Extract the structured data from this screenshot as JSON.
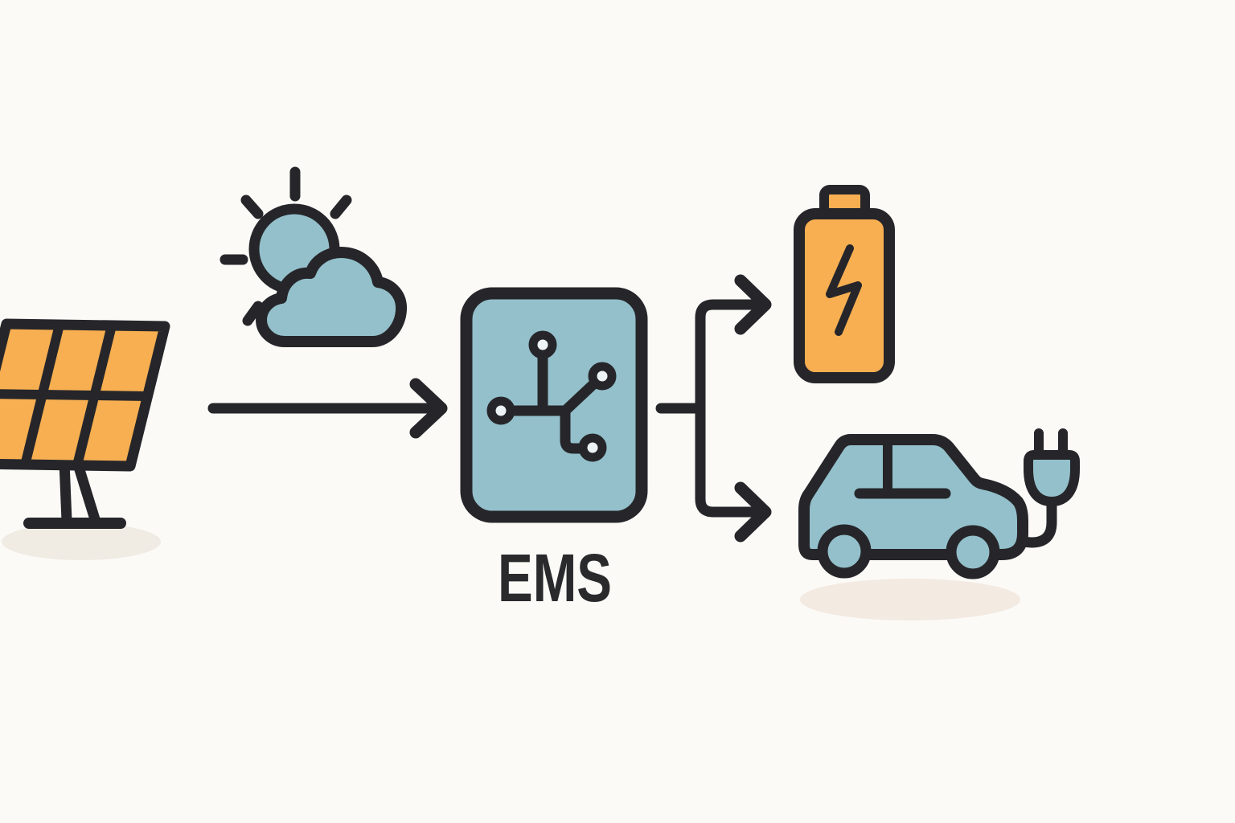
{
  "labels": {
    "ems": "EMS"
  },
  "colors": {
    "background": "#FBFAF7",
    "outline": "#26262A",
    "orange": "#F7AF51",
    "blue": "#93C0CB",
    "node_center": "#EEF3F4",
    "shadow": "#F0EBE3",
    "shadow_warm": "#F3EAE1",
    "text": "#2A2A2D"
  },
  "diagram": {
    "type": "flow-illustration",
    "nodes": [
      {
        "id": "solar-panel",
        "icon": "solar-panel-icon",
        "role": "energy-source",
        "color": "orange"
      },
      {
        "id": "weather",
        "icon": "sun-cloud-icon",
        "role": "forecast-input",
        "color": "blue"
      },
      {
        "id": "ems",
        "icon": "circuit-network-icon",
        "role": "controller",
        "label": "EMS",
        "color": "blue"
      },
      {
        "id": "battery",
        "icon": "battery-charging-icon",
        "role": "storage-output",
        "color": "orange"
      },
      {
        "id": "ev-car",
        "icon": "electric-car-plug-icon",
        "role": "load-output",
        "color": "blue"
      }
    ],
    "edges": [
      {
        "from": "solar-panel",
        "to": "ems"
      },
      {
        "from": "ems",
        "to": "battery"
      },
      {
        "from": "ems",
        "to": "ev-car"
      }
    ]
  }
}
